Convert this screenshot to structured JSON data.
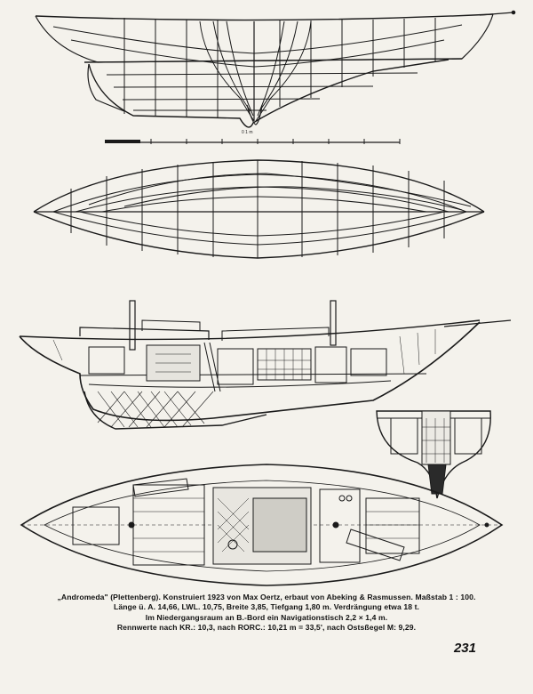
{
  "caption": {
    "line1": "„Andromeda\" (Plettenberg). Konstruiert 1923 von Max Oertz, erbaut von Abeking & Rasmussen. Maßstab 1 : 100.",
    "line2": "Länge ü. A. 14,66, LWL. 10,75, Breite 3,85, Tiefgang 1,80 m. Verdrängung etwa 18 t.",
    "line3": "Im Niedergangsraum an B.-Bord ein Navigationstisch 2,2 × 1,4 m.",
    "line4": "Rennwerte nach KR.: 10,3, nach RORC.: 10,21 m = 33,5', nach Ostsßegel M: 9,29."
  },
  "page_number": "231",
  "scale_bar_label": "0 1 m"
}
